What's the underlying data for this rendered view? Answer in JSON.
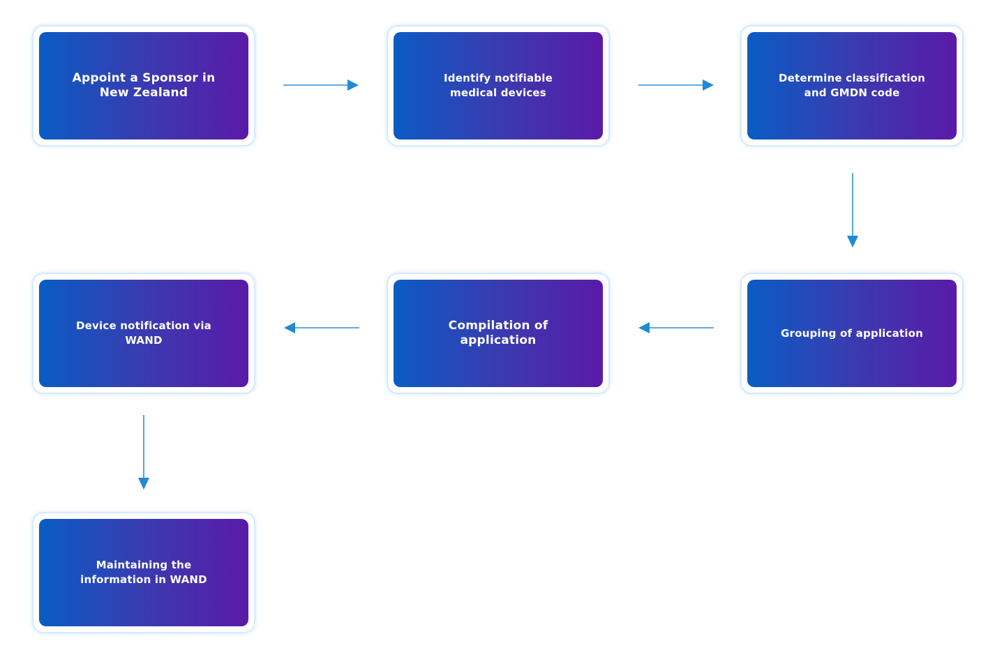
{
  "steps": [
    {
      "id": "appoint-sponsor",
      "label": "Appoint a Sponsor in New Zealand"
    },
    {
      "id": "identify-devices",
      "label": "Identify notifiable medical devices"
    },
    {
      "id": "determine-classification",
      "label": "Determine classification and GMDN code"
    },
    {
      "id": "grouping",
      "label": "Grouping of application"
    },
    {
      "id": "compilation",
      "label": "Compilation of application"
    },
    {
      "id": "device-notification",
      "label": "Device notification via WAND"
    },
    {
      "id": "maintaining",
      "label": "Maintaining the information in WAND"
    }
  ],
  "connections": [
    {
      "from": "appoint-sponsor",
      "to": "identify-devices"
    },
    {
      "from": "identify-devices",
      "to": "determine-classification"
    },
    {
      "from": "determine-classification",
      "to": "grouping"
    },
    {
      "from": "grouping",
      "to": "compilation"
    },
    {
      "from": "compilation",
      "to": "device-notification"
    },
    {
      "from": "device-notification",
      "to": "maintaining"
    }
  ],
  "colors": {
    "gradient_start": "#0a5cc4",
    "gradient_end": "#5a1aa8",
    "card_border": "#d6ebfa",
    "arrow": "#1f8ad6",
    "text": "#ffffff"
  }
}
